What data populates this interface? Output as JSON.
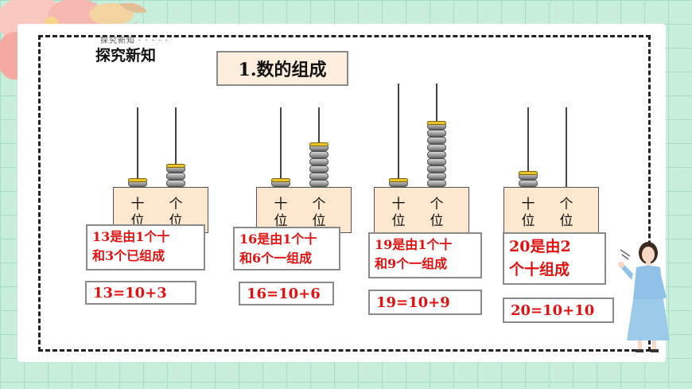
{
  "header": {
    "section_title": "探究新知",
    "faint_text": "探究新知 · · · · ·"
  },
  "topic": {
    "title": "1.数的组成"
  },
  "abacus_labels": {
    "tens": "十",
    "tens2": "位",
    "ones": "个",
    "ones2": "位"
  },
  "examples": [
    {
      "number": 13,
      "tens_beads": 1,
      "ones_beads": 3,
      "desc_line1": "13是由1个十",
      "desc_line2": "和3个已组成",
      "equation": "13=10+3"
    },
    {
      "number": 16,
      "tens_beads": 1,
      "ones_beads": 6,
      "desc_line1": "16是由1个十",
      "desc_line2": "和6个一组成",
      "equation": "16=10+6"
    },
    {
      "number": 19,
      "tens_beads": 1,
      "ones_beads": 9,
      "desc_line1": "19是由1个十",
      "desc_line2": "和9个一组成",
      "equation": "19=10+9"
    },
    {
      "number": 20,
      "tens_beads": 2,
      "ones_beads": 0,
      "desc_line1": "20是由2",
      "desc_line2": "个十组成",
      "equation": "20=10+10"
    }
  ],
  "colors": {
    "background": "#c6eedb",
    "accent_text": "#e31010",
    "abacus_box": "#fde7cf",
    "topic_box": "#fdeede"
  }
}
